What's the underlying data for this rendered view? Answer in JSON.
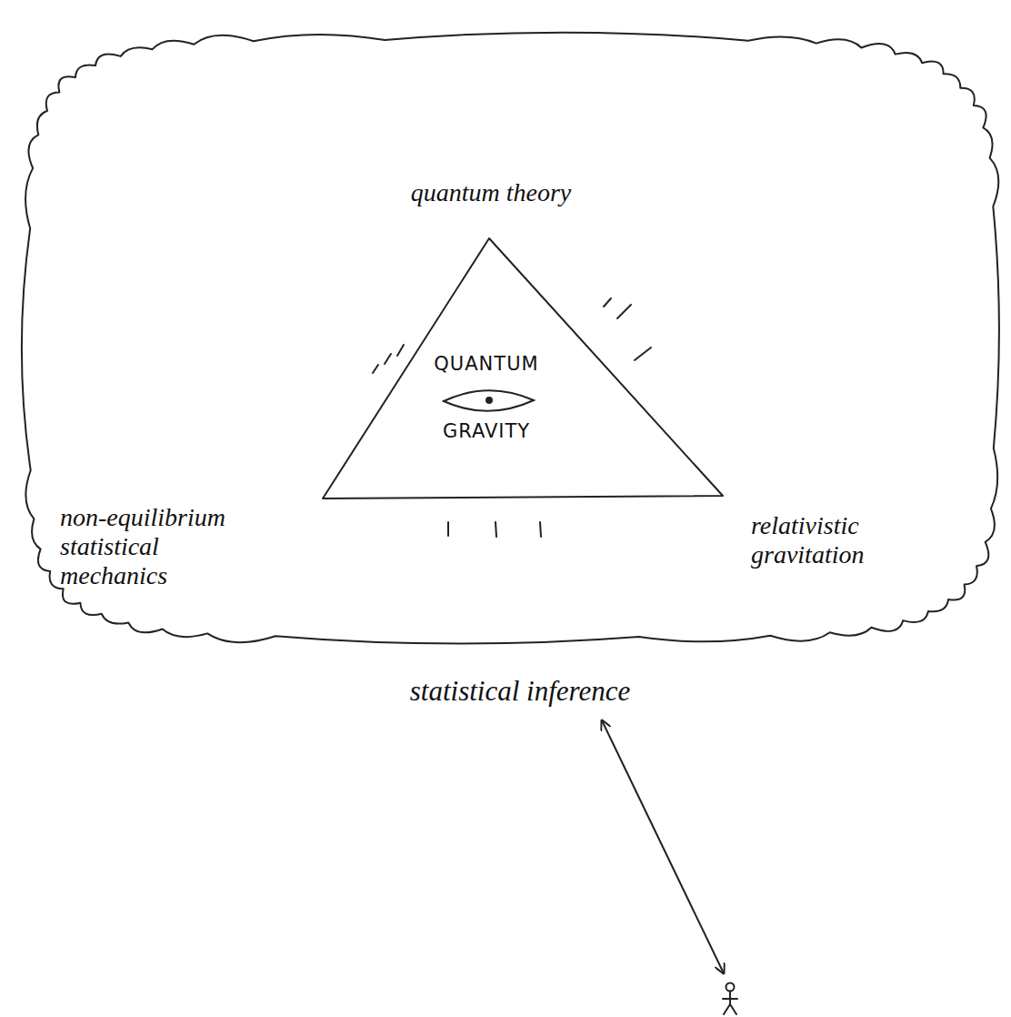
{
  "diagram": {
    "nodes": [
      {
        "text": [
          "statistical inference"
        ]
      },
      {
        "text": [
          "QUANTUM",
          "GRAVITY"
        ],
        "in": 0
      }
    ],
    "labels": [
      "quantum theory",
      "non-equilibrium statistical mechanics",
      "relativistic gravitation"
    ]
  }
}
